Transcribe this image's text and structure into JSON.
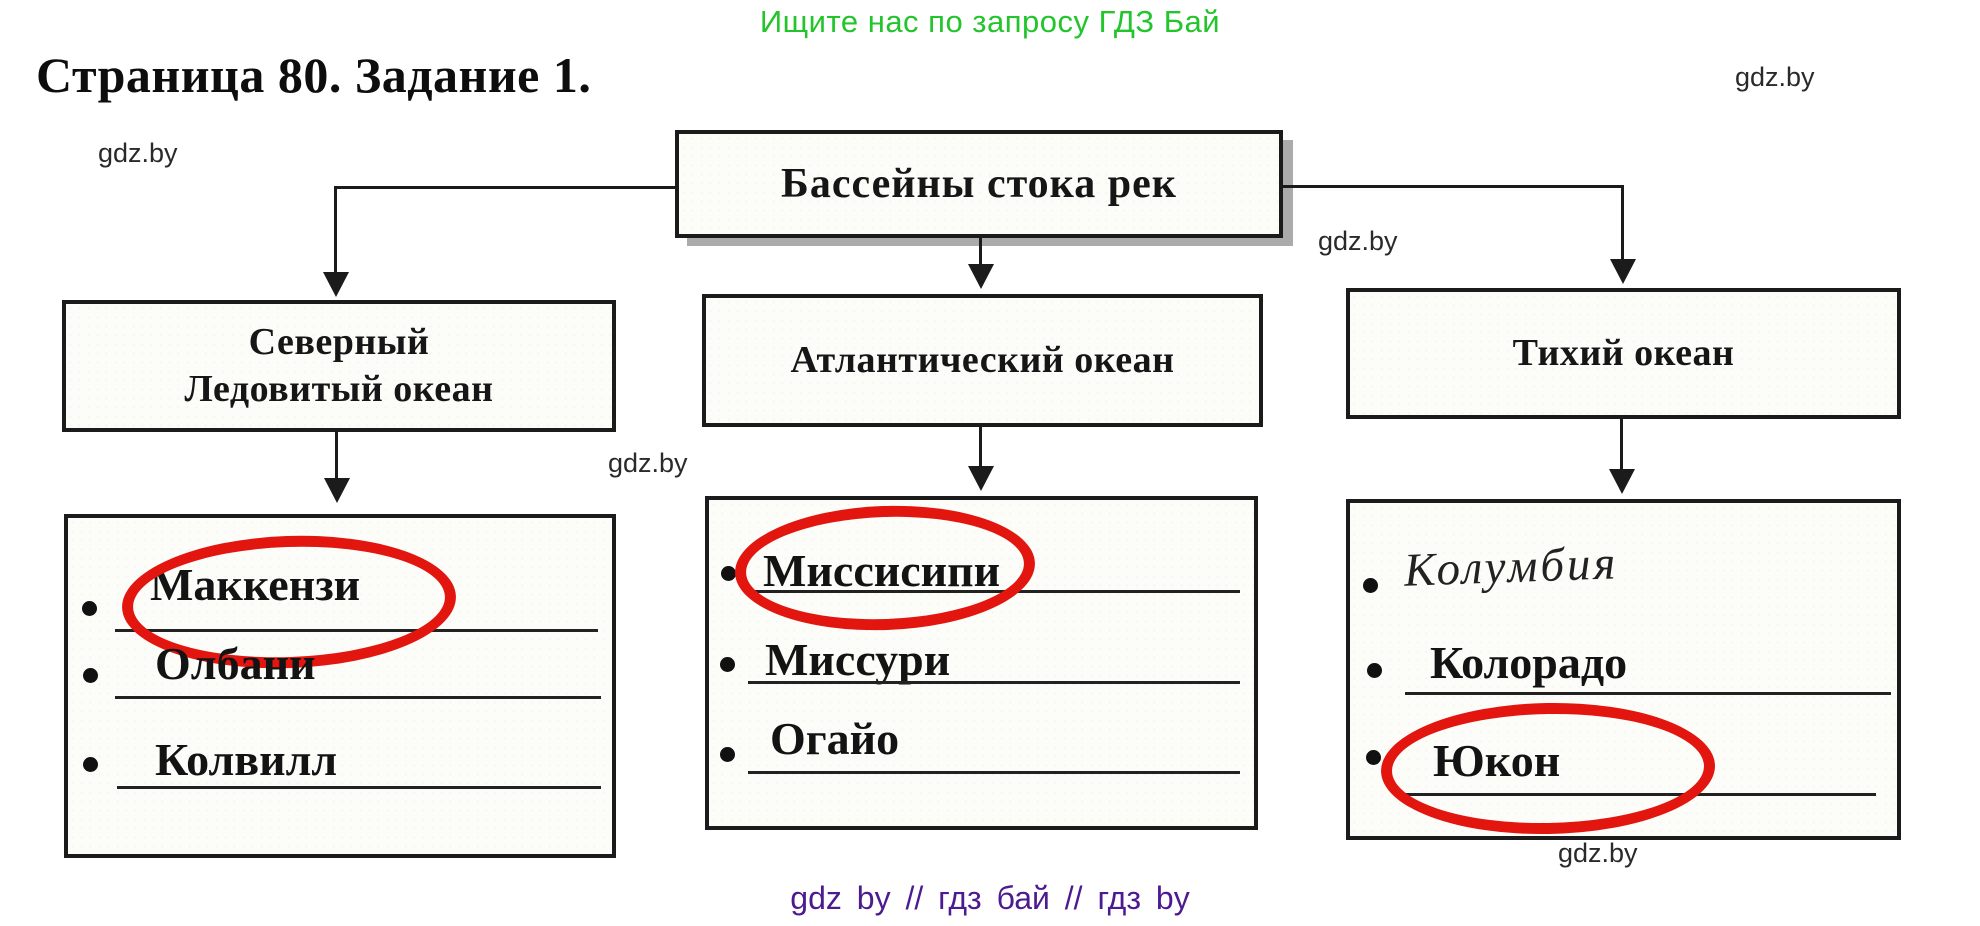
{
  "page": {
    "banner": "Ищите нас по запросу ГДЗ Бай",
    "heading": "Страница 80. Задание 1.",
    "watermark": "gdz.by",
    "footer": "gdz by  //  гдз бай  //  гдз by"
  },
  "colors": {
    "green": "#24c42c",
    "purple": "#4c1b8f",
    "red": "#e2150f",
    "ink": "#1b1b1b",
    "paper": "#fcfcf9"
  },
  "diagram": {
    "root_label": "Бассейны стока рек",
    "branches": [
      {
        "ocean_line1": "Северный",
        "ocean_line2": "Ледовитый океан",
        "rivers": [
          {
            "name": "Маккензи",
            "circled": true
          },
          {
            "name": "Олбани",
            "circled": false
          },
          {
            "name": "Колвилл",
            "circled": false
          }
        ]
      },
      {
        "ocean_line1": "Атлантический океан",
        "ocean_line2": "",
        "rivers": [
          {
            "name": "Миссисипи",
            "circled": true
          },
          {
            "name": "Миссури",
            "circled": false
          },
          {
            "name": "Огайо",
            "circled": false
          }
        ]
      },
      {
        "ocean_line1": "Тихий океан",
        "ocean_line2": "",
        "rivers": [
          {
            "name": "Колумбия",
            "circled": false,
            "handwritten": true
          },
          {
            "name": "Колорадо",
            "circled": false
          },
          {
            "name": "Юкон",
            "circled": true
          }
        ]
      }
    ]
  }
}
